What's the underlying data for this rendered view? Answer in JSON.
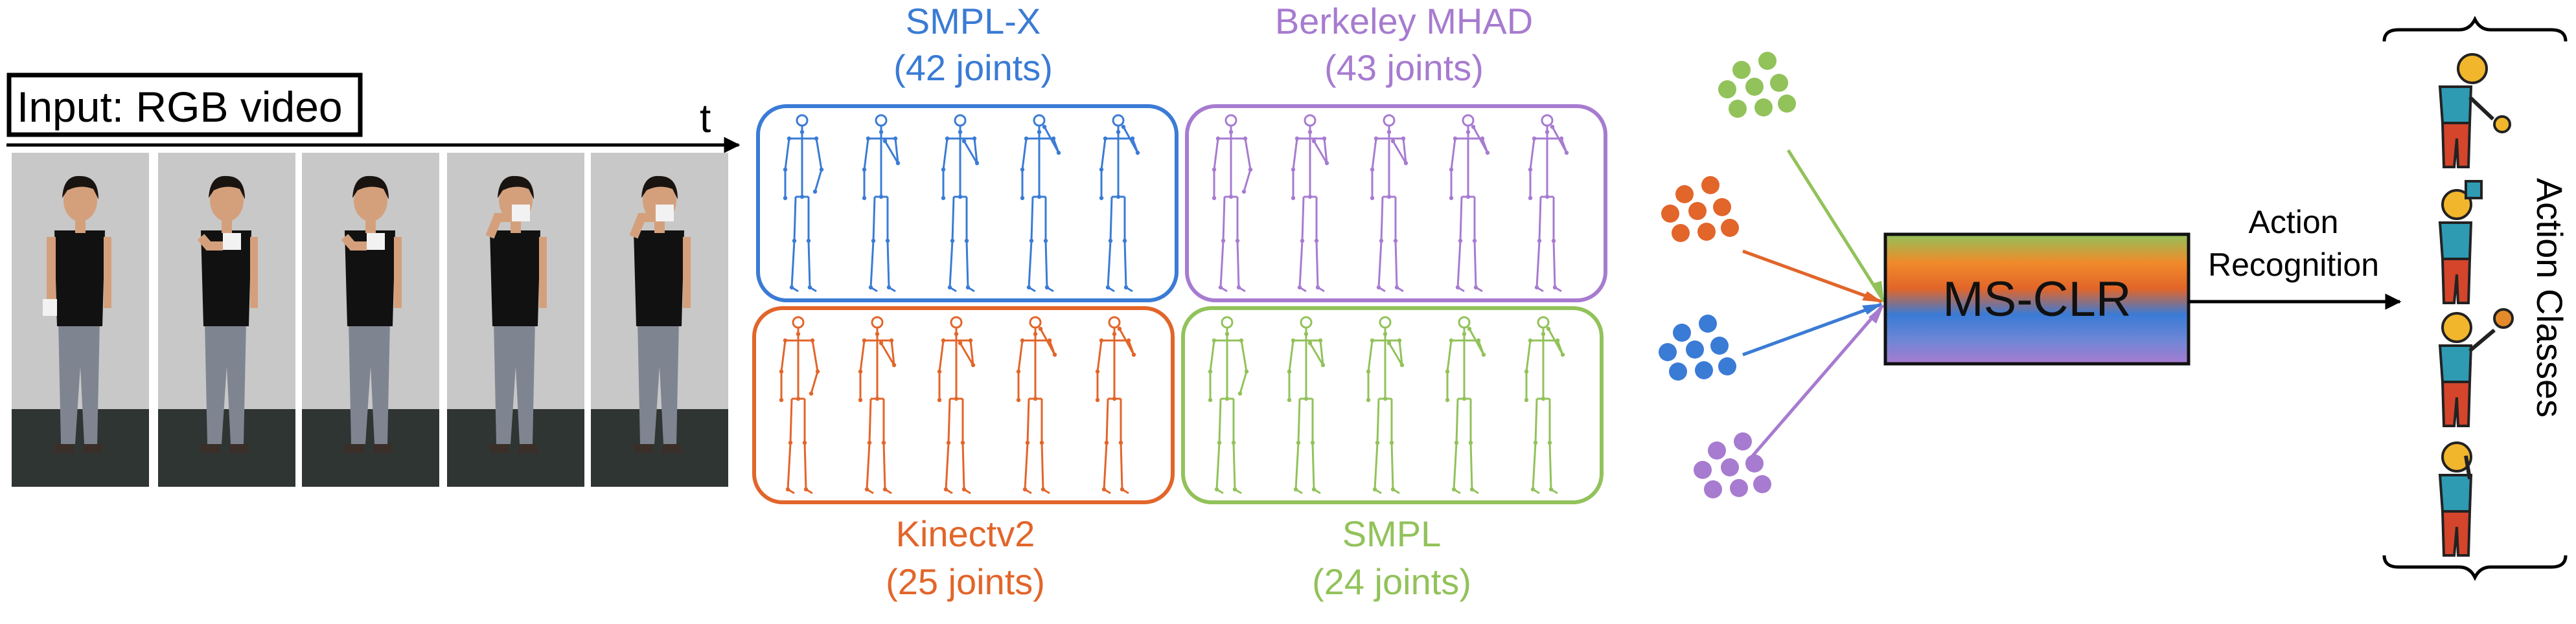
{
  "input_label": "Input: RGB video",
  "time_label": "t",
  "skeleton_groups": [
    {
      "id": "smplx",
      "title": "SMPL-X",
      "subtitle": "(42 joints)",
      "color": "#3a7bd5"
    },
    {
      "id": "mhad",
      "title": "Berkeley MHAD",
      "subtitle": "(43 joints)",
      "color": "#a77bd0"
    },
    {
      "id": "kinect",
      "title": "Kinectv2",
      "subtitle": "(25 joints)",
      "color": "#e2652a"
    },
    {
      "id": "smpl",
      "title": "SMPL",
      "subtitle": "(24 joints)",
      "color": "#92c25a"
    }
  ],
  "model_label": "MS-CLR",
  "arrow_label_line1": "Action",
  "arrow_label_line2": "Recognition",
  "output_label": "Action Classes",
  "colors": {
    "text": "#000000",
    "photo_bg": "#c8c8c8",
    "floor": "#2f3533",
    "shirt": "#111111",
    "pants": "#7f8590",
    "skin": "#d4a07c",
    "hair": "#1a1410",
    "class_head": "#f2b62d",
    "class_torso": "#2e9bb3",
    "class_legs": "#d4452c"
  },
  "icons": {
    "frame": "person-drinking-photo",
    "cluster": "embedding-dot-cluster",
    "class": "stick-figure-icon"
  }
}
